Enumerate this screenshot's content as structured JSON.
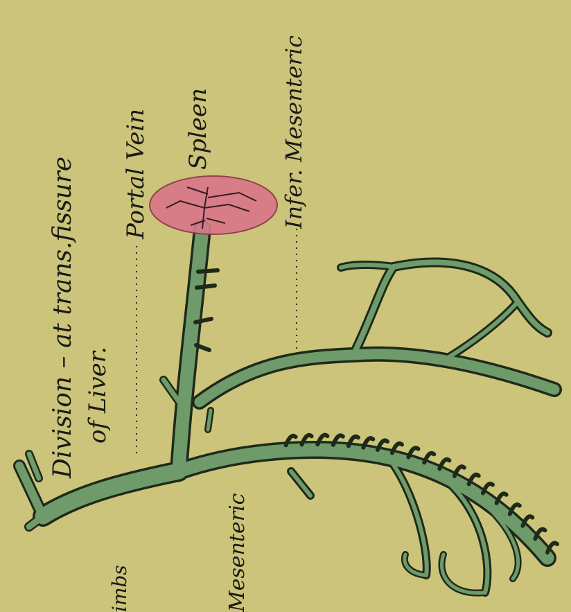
{
  "plate": {
    "colors": {
      "paper": "#cbc47a",
      "vein_fill": "#6f9a6a",
      "vein_outline": "#1d2a1a",
      "spleen_fill": "#d8788a",
      "ink": "#1a1a14"
    },
    "labels": {
      "division_line1": "Division – at trans.fissure",
      "division_line2": "of Liver.",
      "portal_vein": "Portal Vein",
      "spleen": "Spleen",
      "infer_mesenteric": "Infer. Mesenteric",
      "mesenteric": "Mesenteric",
      "limbs_partial": "imbs"
    }
  }
}
